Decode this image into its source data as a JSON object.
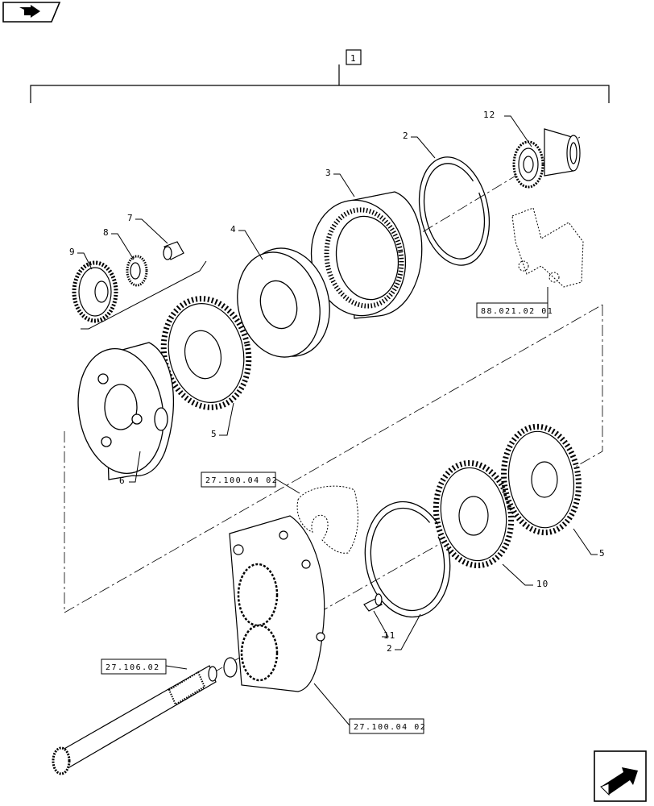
{
  "nav": {
    "prev_icon": "back-arrow-icon",
    "next_icon": "forward-arrow-icon"
  },
  "assembly_label": "1",
  "callouts": {
    "c2a": "2",
    "c2b": "2",
    "c3": "3",
    "c4": "4",
    "c5a": "5",
    "c5b": "5",
    "c6": "6",
    "c7": "7",
    "c8": "8",
    "c9": "9",
    "c10": "10",
    "c11": "11",
    "c12": "12"
  },
  "refs": {
    "r1": "88.021.02 01",
    "r2": "27.100.04 02",
    "r3": "27.106.02",
    "r4": "27.100.04 02"
  }
}
